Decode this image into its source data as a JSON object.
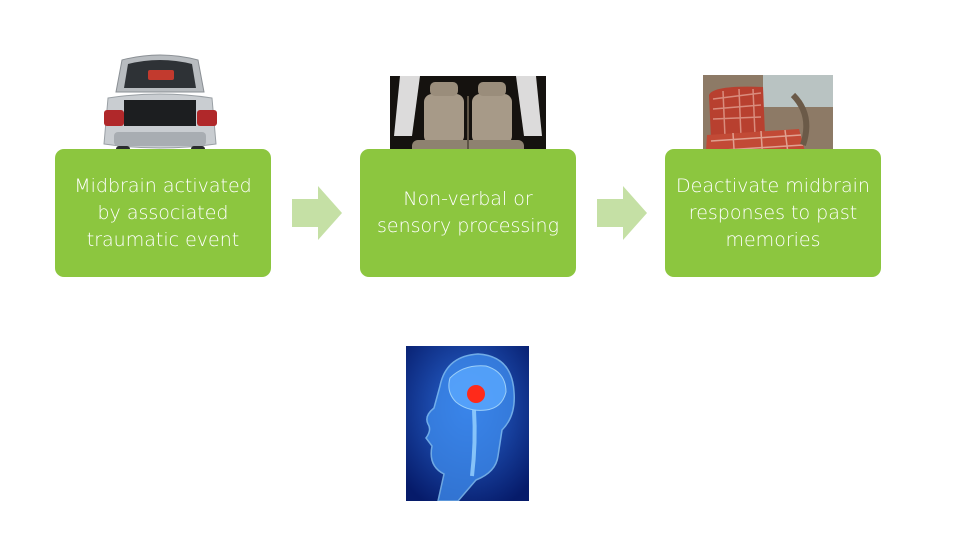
{
  "colors": {
    "box_fill": "#8cc63f",
    "arrow_fill": "#c5e0a5",
    "text": "#ffffff"
  },
  "steps": [
    {
      "label": "Midbrain activated by associated traumatic event",
      "image": "car-trunk-photo"
    },
    {
      "label": "Non-verbal or sensory processing",
      "image": "car-rear-seats-photo"
    },
    {
      "label": "Deactivate midbrain responses to past memories",
      "image": "car-bench-seat-photo"
    }
  ],
  "extra_image": "brain-scan-illustration"
}
